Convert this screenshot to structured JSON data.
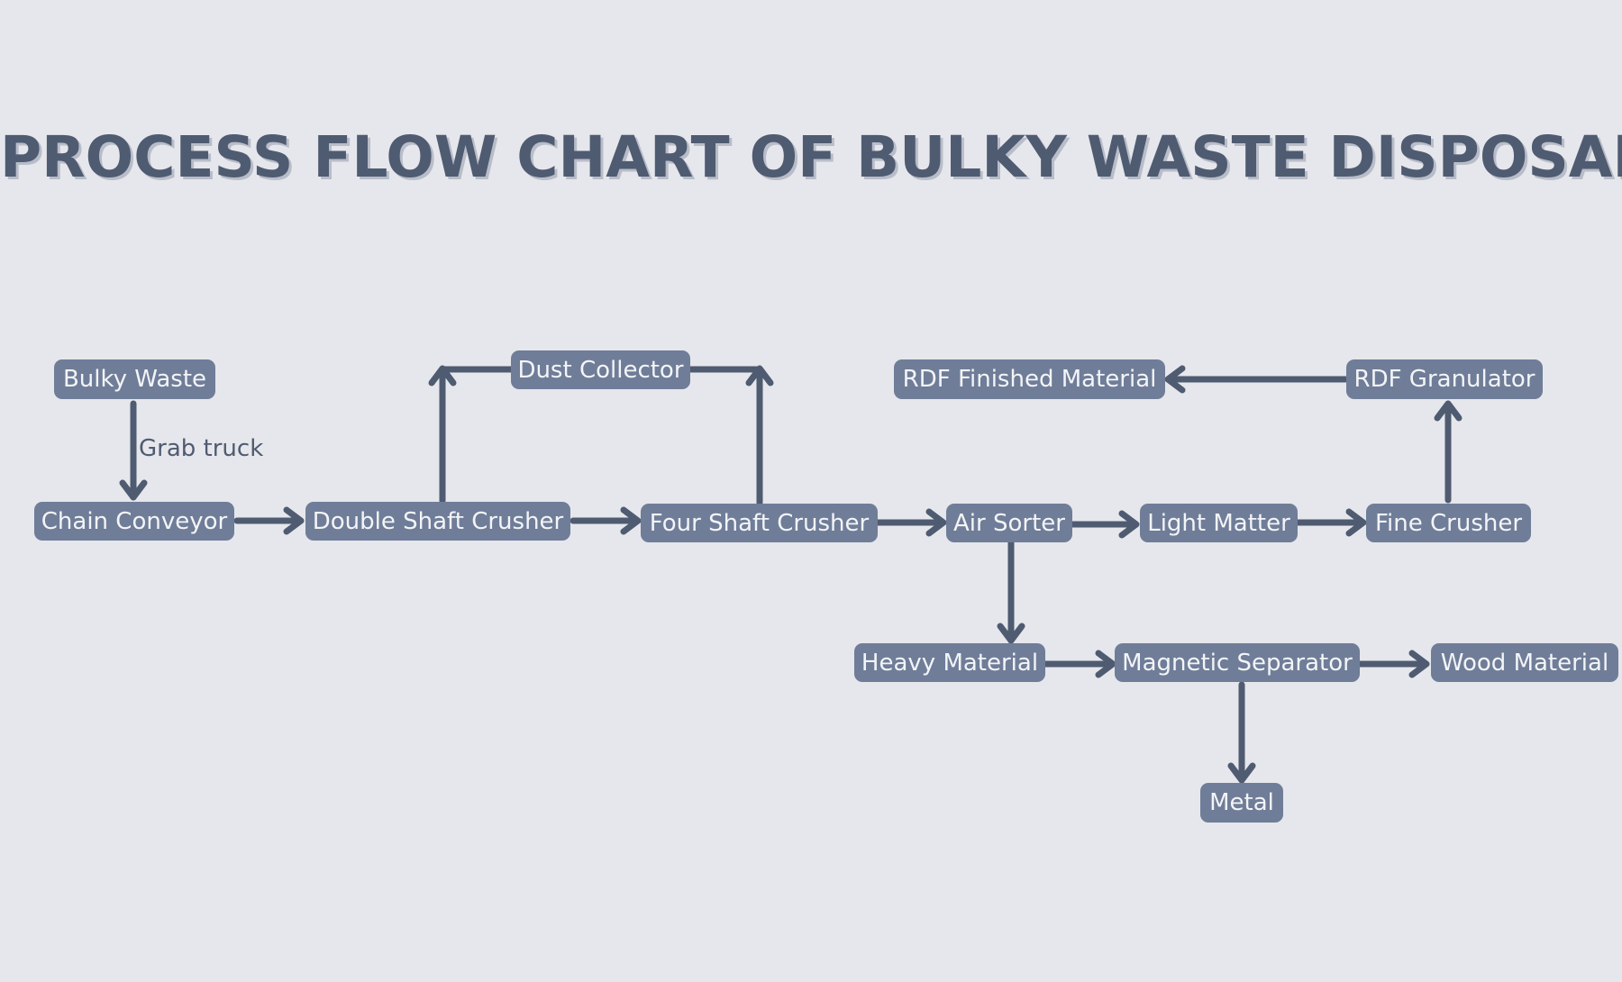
{
  "title": "PROCESS FLOW CHART OF BULKY WASTE DISPOSAL",
  "colors": {
    "background": "#e6e7ec",
    "node_fill": "#6f7d98",
    "node_text": "#f3f4f7",
    "arrow": "#4f5b71",
    "title": "#4f5b71"
  },
  "nodes": {
    "bulky_waste": "Bulky Waste",
    "chain_conveyor": "Chain Conveyor",
    "double_shaft_crusher": "Double Shaft Crusher",
    "dust_collector": "Dust Collector",
    "four_shaft_crusher": "Four Shaft Crusher",
    "air_sorter": "Air Sorter",
    "light_matter": "Light Matter",
    "fine_crusher": "Fine Crusher",
    "rdf_granulator": "RDF Granulator",
    "rdf_finished_material": "RDF Finished Material",
    "heavy_material": "Heavy Material",
    "magnetic_separator": "Magnetic Separator",
    "wood_material": "Wood Material",
    "metal": "Metal"
  },
  "edge_labels": {
    "grab_truck": "Grab truck"
  },
  "edges": [
    [
      "bulky_waste",
      "chain_conveyor"
    ],
    [
      "chain_conveyor",
      "double_shaft_crusher"
    ],
    [
      "double_shaft_crusher",
      "four_shaft_crusher"
    ],
    [
      "double_shaft_crusher",
      "dust_collector"
    ],
    [
      "four_shaft_crusher",
      "dust_collector"
    ],
    [
      "four_shaft_crusher",
      "air_sorter"
    ],
    [
      "air_sorter",
      "light_matter"
    ],
    [
      "light_matter",
      "fine_crusher"
    ],
    [
      "fine_crusher",
      "rdf_granulator"
    ],
    [
      "rdf_granulator",
      "rdf_finished_material"
    ],
    [
      "air_sorter",
      "heavy_material"
    ],
    [
      "heavy_material",
      "magnetic_separator"
    ],
    [
      "magnetic_separator",
      "wood_material"
    ],
    [
      "magnetic_separator",
      "metal"
    ]
  ]
}
